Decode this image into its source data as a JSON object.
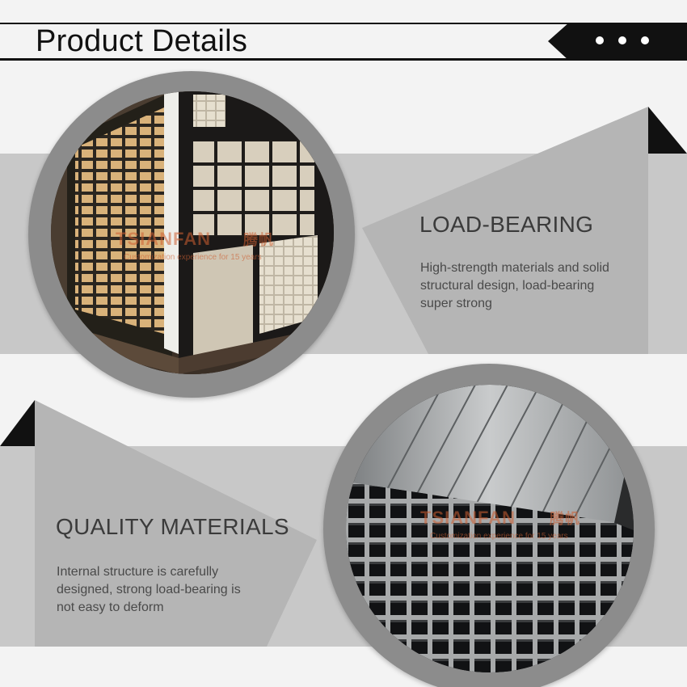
{
  "header": {
    "title": "Product Details"
  },
  "watermark": {
    "brand": "TSIANFAN",
    "brand_cn": "腾帆",
    "tagline": "Customization experience for 15 years"
  },
  "sections": [
    {
      "title": "LOAD-BEARING",
      "text": "High-strength materials and solid structural design, load-bearing super strong",
      "image": "tile-display-rack-photo"
    },
    {
      "title": "QUALITY MATERIALS",
      "text": "Internal structure is carefully designed, strong load-bearing is not easy to deform",
      "image": "square-steel-tubes-photo"
    }
  ],
  "colors": {
    "header_dark": "#111111",
    "band": "#c8c8c8",
    "ring": "#8c8c8c",
    "heading": "#3b3b3b",
    "text": "#4a4a4a"
  }
}
